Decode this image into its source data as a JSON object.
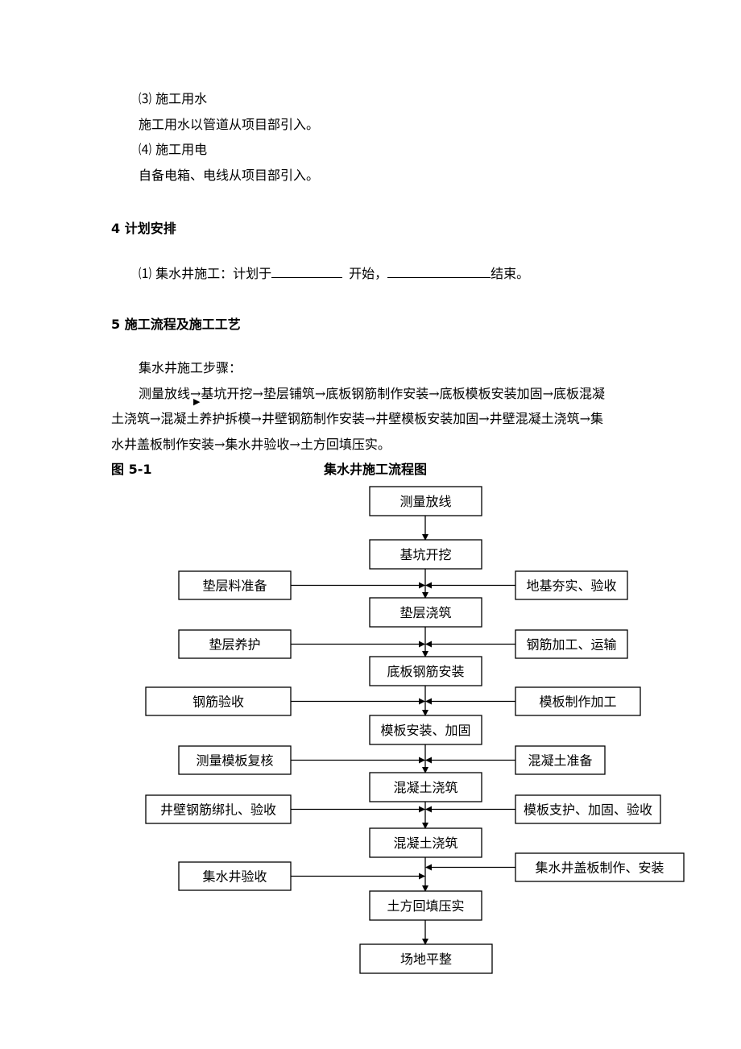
{
  "section3": {
    "item3": "⑶ 施工用水",
    "item3_text": "施工用水以管道从项目部引入。",
    "item4": "⑷ 施工用电",
    "item4_text": "自备电箱、电线从项目部引入。"
  },
  "section4": {
    "heading": "4  计划安排",
    "item1_prefix": "⑴ 集水井施工：计划于",
    "item1_mid": "开始，",
    "item1_suffix": "结束。"
  },
  "section5": {
    "heading": "5  施工流程及施工工艺",
    "intro": "集水井施工步骤：",
    "steps_line1": "测量放线→基坑开挖→垫层铺筑→底板钢筋制作安装→底板模板安装加固→底板混凝",
    "steps_line2": "土浇筑→混凝土养护拆模→井壁钢筋制作安装→井壁模板安装加固→井壁混凝土浇筑→集",
    "steps_line3": "水井盖板制作安装→集水井验收→土方回填压实。"
  },
  "figure": {
    "label": "图 5-1",
    "title": "集水井施工流程图"
  },
  "flow": {
    "main": [
      "测量放线",
      "基坑开挖",
      "垫层浇筑",
      "底板钢筋安装",
      "模板安装、加固",
      "混凝土浇筑",
      "混凝土浇筑",
      "土方回填压实",
      "场地平整"
    ],
    "left": [
      "垫层料准备",
      "垫层养护",
      "钢筋验收",
      "测量模板复核",
      "井壁钢筋绑扎、验收",
      "集水井验收"
    ],
    "right": [
      "地基夯实、验收",
      "钢筋加工、运输",
      "模板制作加工",
      "混凝土准备",
      "模板支护、加固、验收",
      "集水井盖板制作、安装"
    ]
  }
}
